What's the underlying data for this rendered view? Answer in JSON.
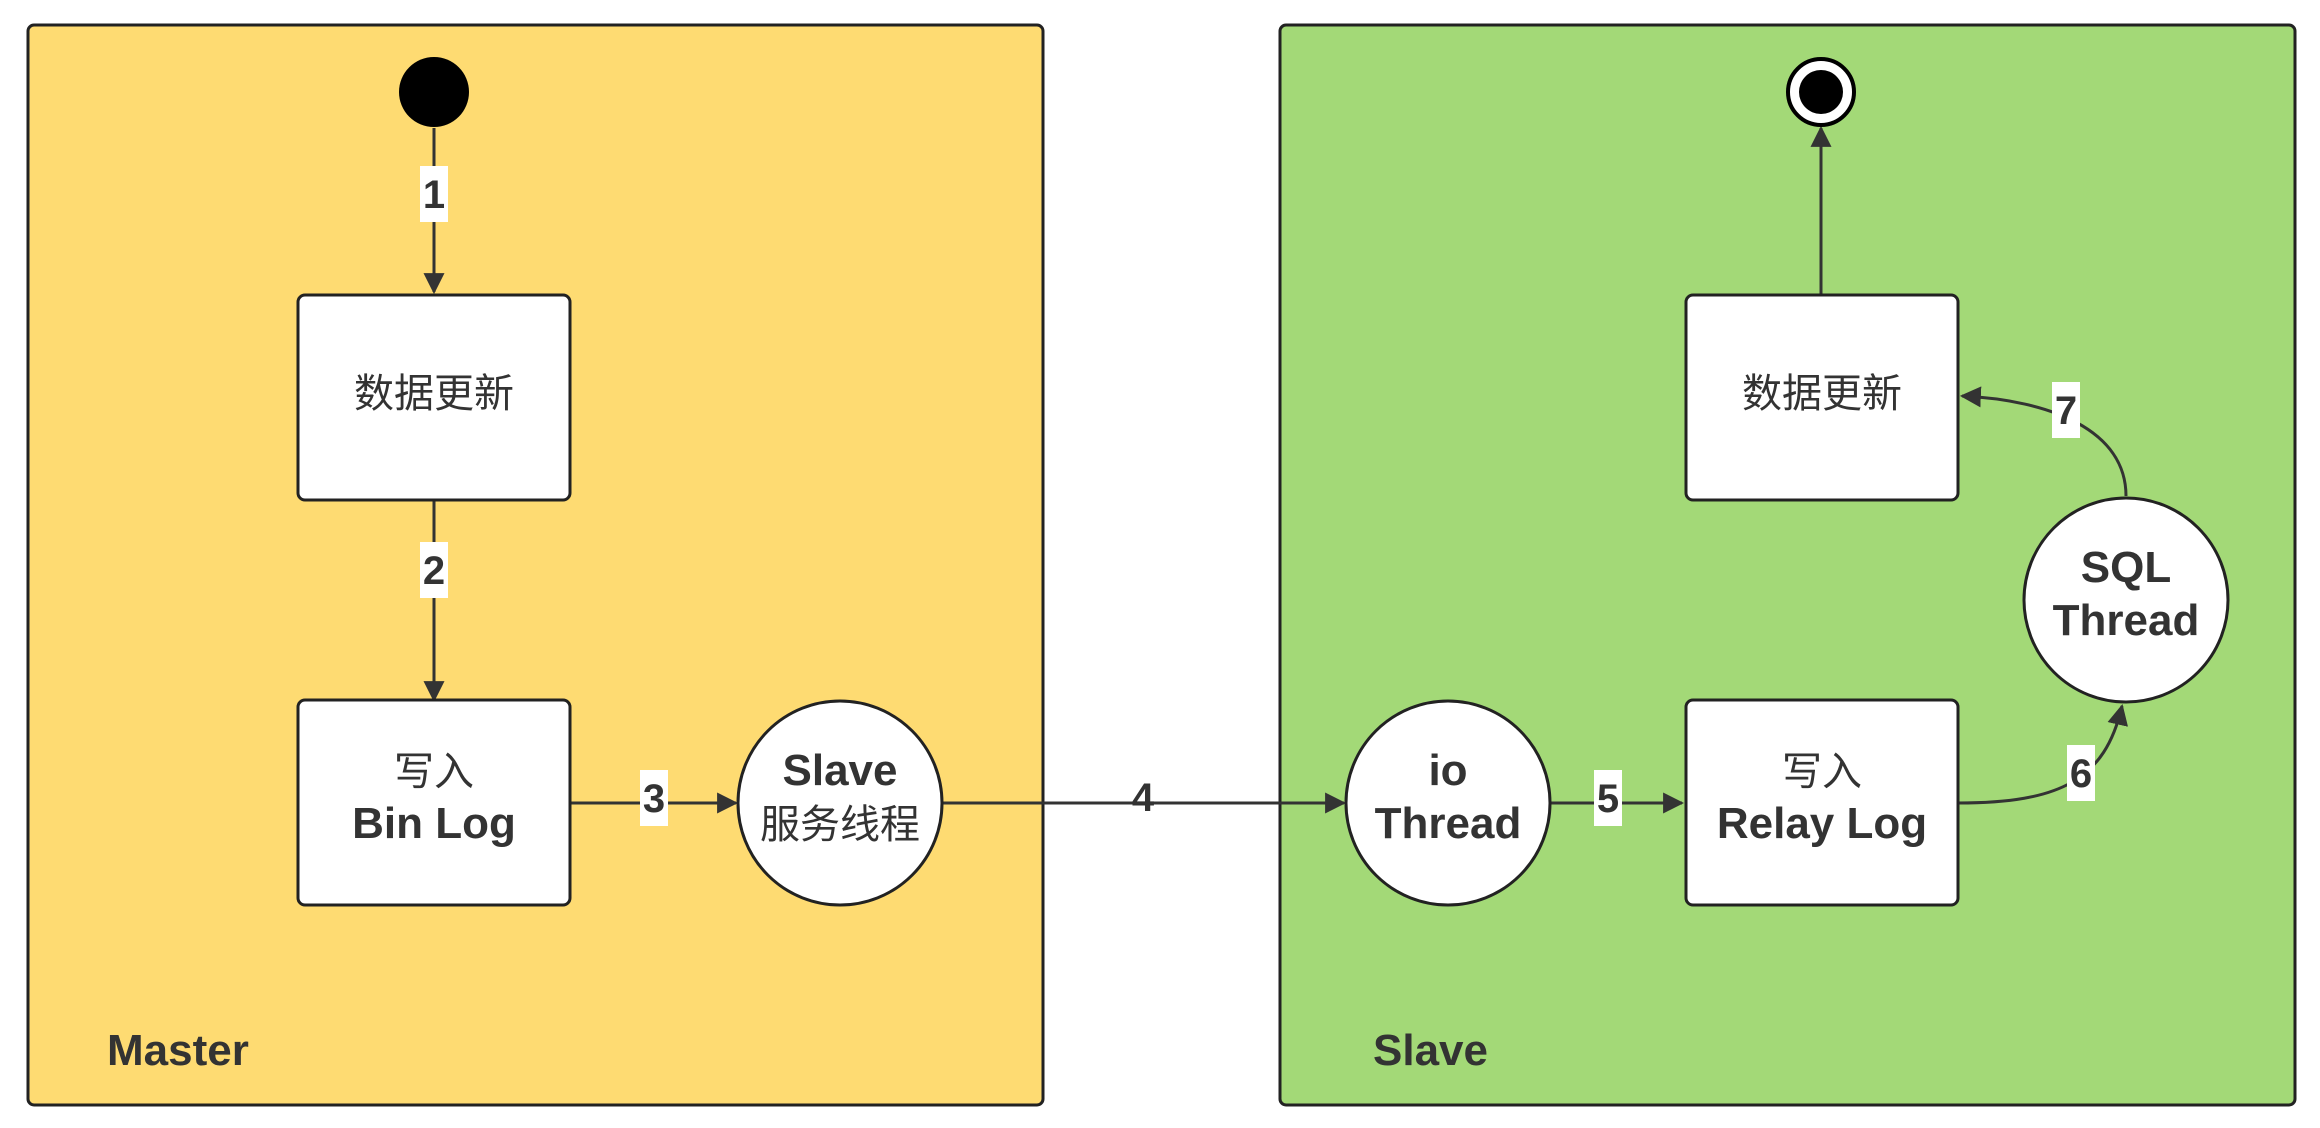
{
  "lanes": {
    "master": {
      "title": "Master",
      "fill": "#FEDB72"
    },
    "slave": {
      "title": "Slave",
      "fill": "#A3D977"
    }
  },
  "nodes": {
    "master_data_update": {
      "line1": "数据更新"
    },
    "write_bin_log": {
      "line1": "写入",
      "line2": "Bin Log"
    },
    "slave_service_thread": {
      "line1": "Slave",
      "line2": "服务线程"
    },
    "io_thread": {
      "line1": "io",
      "line2": "Thread"
    },
    "write_relay_log": {
      "line1": "写入",
      "line2": "Relay Log"
    },
    "sql_thread": {
      "line1": "SQL",
      "line2": "Thread"
    },
    "slave_data_update": {
      "line1": "数据更新"
    }
  },
  "steps": [
    "1",
    "2",
    "3",
    "4",
    "5",
    "6",
    "7"
  ],
  "colors": {
    "stroke": "#333333",
    "node_fill": "#FFFFFF",
    "text": "#333333"
  }
}
